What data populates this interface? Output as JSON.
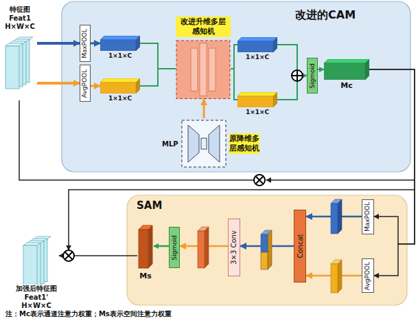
{
  "diagram": {
    "nodes": [
      {
        "text": [
          "特征图 Feat1 H×W×C"
        ]
      },
      {
        "text": [
          "改进的CAM"
        ]
      },
      {
        "text": [
          "MaxPOOL"
        ],
        "in": 1
      },
      {
        "text": [
          "AvgPOOL"
        ],
        "in": 1
      },
      {
        "text": [
          "1×1×C"
        ],
        "in": 1
      },
      {
        "text": [
          "1×1×C"
        ],
        "in": 1
      },
      {
        "text": [
          "改进升维多层感知机"
        ],
        "in": 1
      },
      {
        "text": [
          "MLP",
          "原降维多层感知机"
        ],
        "in": 1
      },
      {
        "text": [
          "1×1×C"
        ],
        "in": 1
      },
      {
        "text": [
          "1×1×C"
        ],
        "in": 1
      },
      {
        "text": [
          "Sigmoid"
        ],
        "in": 1
      },
      {
        "text": [
          "Mc"
        ],
        "in": 1
      },
      {
        "text": [
          "SAM"
        ]
      },
      {
        "text": [
          "MaxPOOL"
        ],
        "in": 12
      },
      {
        "text": [
          "AvgPOOL"
        ],
        "in": 12
      },
      {
        "text": [
          "Concat"
        ],
        "in": 12
      },
      {
        "text": [
          "3×3 Conv"
        ],
        "in": 12
      },
      {
        "text": [
          "Sigmoid"
        ],
        "in": 12
      },
      {
        "text": [
          "Ms"
        ],
        "in": 12
      },
      {
        "text": [
          "加强后特征图 Feat1' H×W×C"
        ]
      }
    ],
    "edges": [
      {
        "from": 0,
        "to": 2,
        "arrow": "to"
      },
      {
        "from": 0,
        "to": 3,
        "arrow": "to"
      },
      {
        "from": 2,
        "to": 4,
        "arrow": "to"
      },
      {
        "from": 3,
        "to": 5,
        "arrow": "to"
      },
      {
        "from": 4,
        "to": 6,
        "arrow": "none"
      },
      {
        "from": 5,
        "to": 6,
        "arrow": "none"
      },
      {
        "from": 6,
        "to": 8,
        "arrow": "none"
      },
      {
        "from": 6,
        "to": 9,
        "arrow": "none"
      },
      {
        "from": 8,
        "to": 10,
        "arrow": "to"
      },
      {
        "from": 9,
        "to": 10,
        "arrow": "to"
      },
      {
        "from": 10,
        "to": 11,
        "arrow": "to"
      },
      {
        "from": 7,
        "to": 6,
        "arrow": "to"
      },
      {
        "from": 11,
        "to": 13,
        "arrow": "to"
      },
      {
        "from": 11,
        "to": 14,
        "arrow": "to"
      },
      {
        "from": 13,
        "to": 15,
        "arrow": "to"
      },
      {
        "from": 14,
        "to": 15,
        "arrow": "to"
      },
      {
        "from": 15,
        "to": 16,
        "arrow": "to"
      },
      {
        "from": 16,
        "to": 17,
        "arrow": "to"
      },
      {
        "from": 17,
        "to": 18,
        "arrow": "to"
      },
      {
        "from": 18,
        "to": 19,
        "arrow": "to"
      }
    ],
    "labels": [
      "注：Mc表示通道注意力权重；Ms表示空间注意力权重"
    ]
  }
}
